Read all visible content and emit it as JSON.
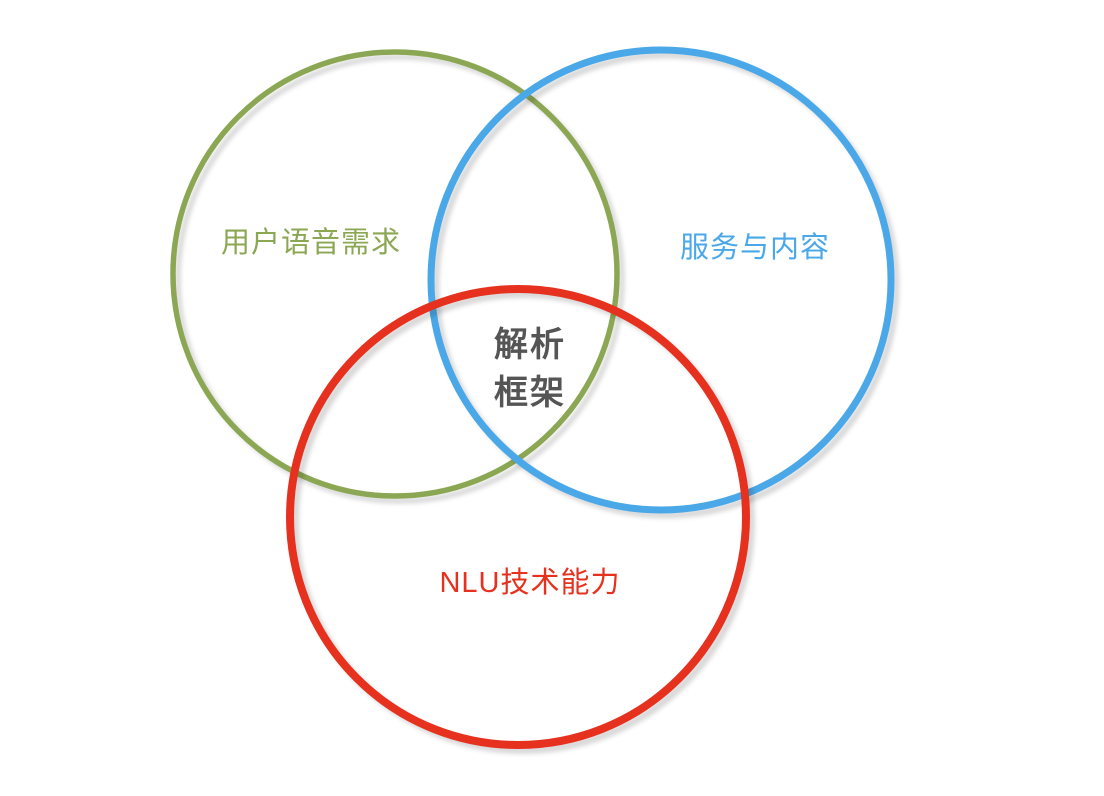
{
  "diagram": {
    "type": "venn",
    "background_color": "#ffffff",
    "shadow_color": "#e0e0e0",
    "circles": [
      {
        "id": "user-voice-needs",
        "label": "用户语音需求",
        "color": "#8CA754"
      },
      {
        "id": "services-and-content",
        "label": "服务与内容",
        "color": "#4AA8E8"
      },
      {
        "id": "nlu-capability",
        "label": "NLU技术能力",
        "color": "#E6311F"
      }
    ],
    "center_label": {
      "line1": "解析",
      "line2": "框架",
      "color": "#555555"
    }
  }
}
